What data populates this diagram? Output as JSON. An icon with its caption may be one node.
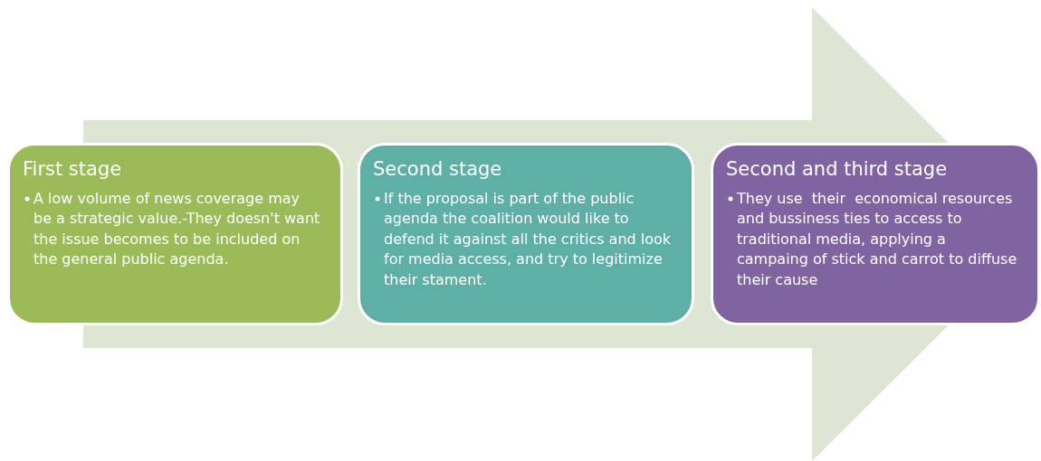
{
  "diagram": {
    "nodes": [
      {
        "text": [
          "First stage",
          "A low volume of news coverage may be a strategic value.-They doesn't want the issue becomes to be included on the general public agenda."
        ]
      },
      {
        "text": [
          "Second stage",
          "If the proposal is part of the public agenda the coalition would like to defend it against all the critics and look for media access, and try to legitimize their stament."
        ]
      },
      {
        "text": [
          "Second and third stage",
          "They use  their  economical resources and bussiness ties to access to traditional media, applying a campaing of stick and carrot to diffuse their cause"
        ]
      }
    ],
    "edges": [
      {
        "from": 0,
        "to": 2,
        "arrow": "to"
      }
    ]
  }
}
